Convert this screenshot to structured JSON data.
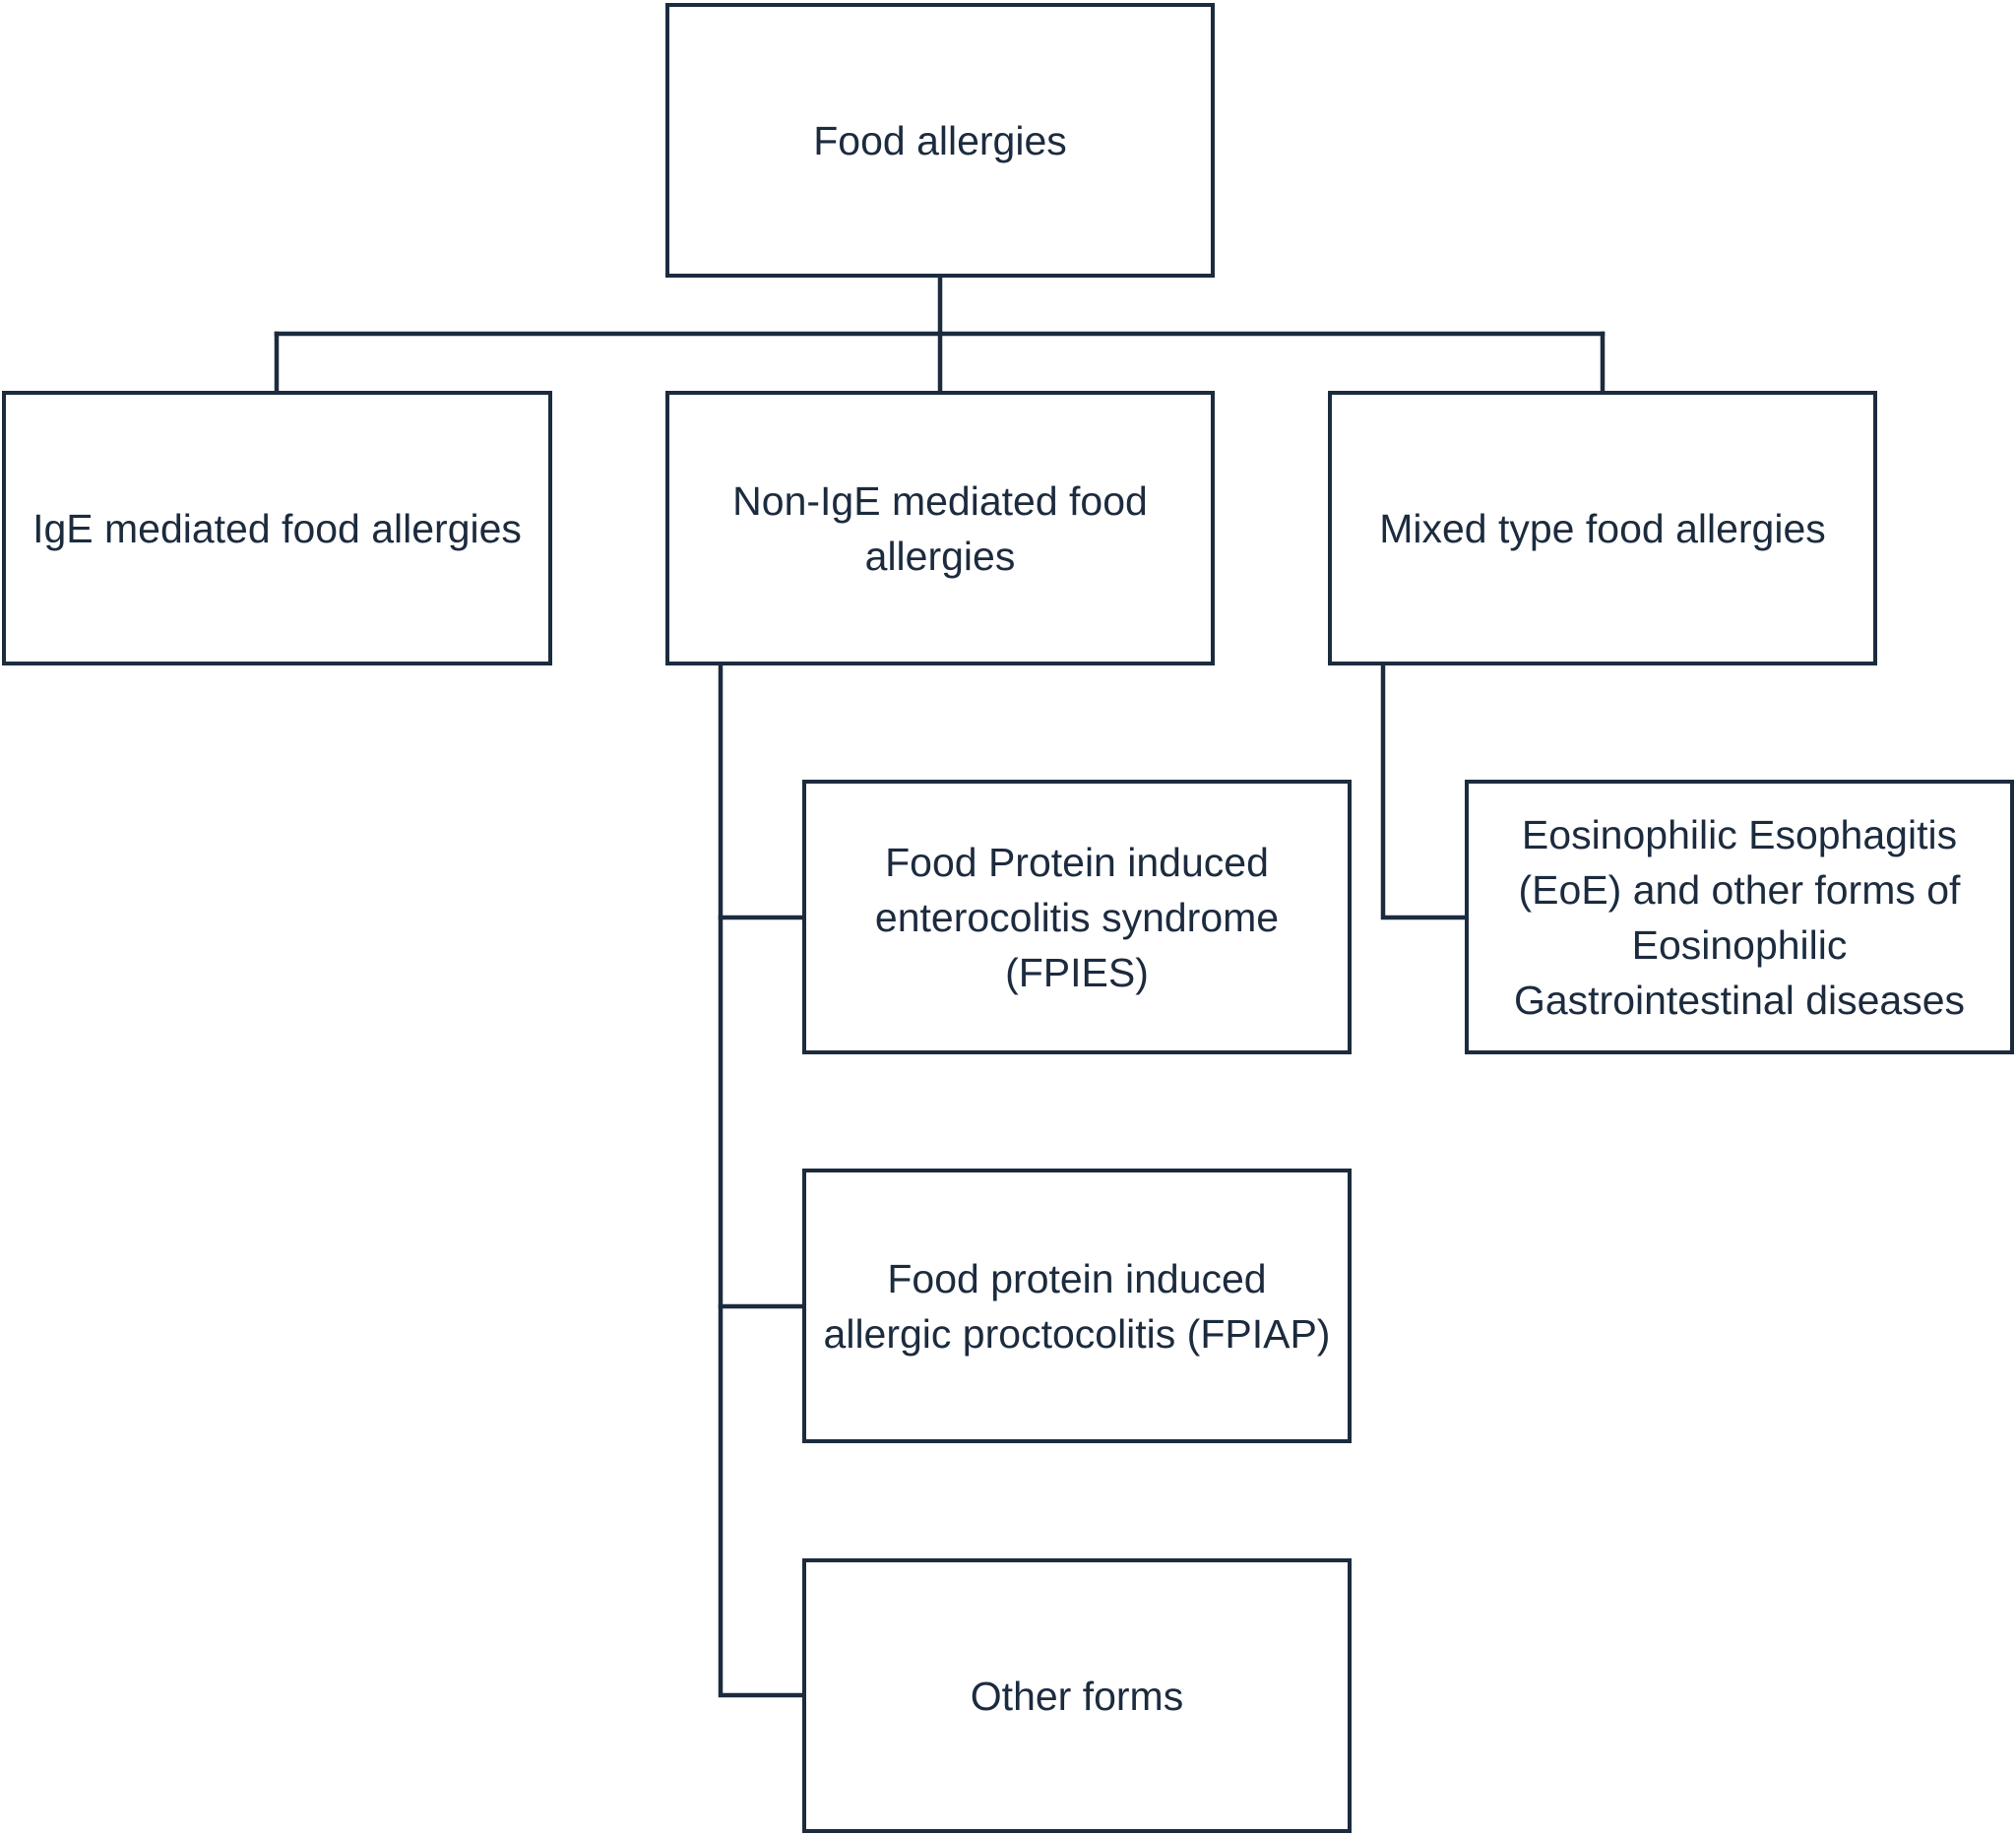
{
  "diagram": {
    "root": {
      "label": "Food allergies"
    },
    "categories": [
      {
        "label": "IgE mediated food allergies"
      },
      {
        "label": "Non-IgE mediated food allergies"
      },
      {
        "label": "Mixed type food allergies"
      }
    ],
    "non_ige_subtypes": [
      {
        "label": "Food Protein induced enterocolitis syndrome (FPIES)"
      },
      {
        "label": "Food protein induced allergic proctocolitis (FPIAP)"
      },
      {
        "label": "Other forms"
      }
    ],
    "mixed_subtypes": [
      {
        "label": "Eosinophilic Esophagitis (EoE) and other forms of Eosinophilic Gastrointestinal diseases"
      }
    ]
  }
}
